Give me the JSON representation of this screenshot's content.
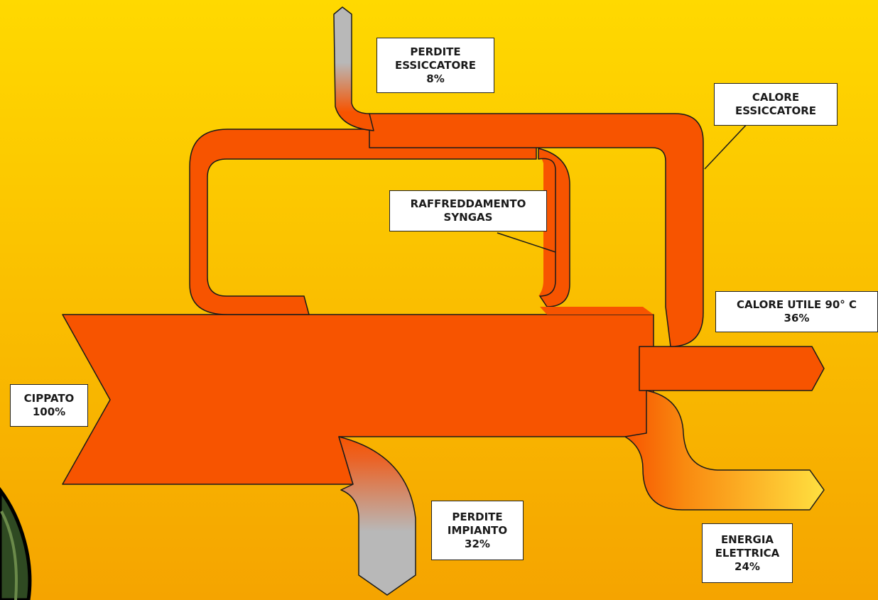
{
  "diagram": {
    "flows": {
      "cippato": {
        "line1": "CIPPATO",
        "line2": "100%",
        "value": 100
      },
      "perdite_essiccatore": {
        "line1": "PERDITE",
        "line2": "ESSICCATORE",
        "line3": "8%",
        "value": 8
      },
      "calore_essiccatore": {
        "line1": "CALORE",
        "line2": "ESSICCATORE"
      },
      "raffreddamento_syngas": {
        "line1": "RAFFREDDAMENTO",
        "line2": "SYNGAS"
      },
      "calore_utile": {
        "line1": "CALORE UTILE 90° C",
        "line2": "36%",
        "value": 36
      },
      "perdite_impianto": {
        "line1": "PERDITE",
        "line2": "IMPIANTO",
        "line3": "32%",
        "value": 32
      },
      "energia_elettrica": {
        "line1": "ENERGIA",
        "line2": "ELETTRICA",
        "line3": "24%",
        "value": 24
      }
    },
    "colors": {
      "background_top": "#ffd900",
      "background_bottom": "#f5a400",
      "flow": "#f75400",
      "outline": "#1a1a1a",
      "loss": "#b8b8b8",
      "electric_end": "#ffe040"
    }
  }
}
